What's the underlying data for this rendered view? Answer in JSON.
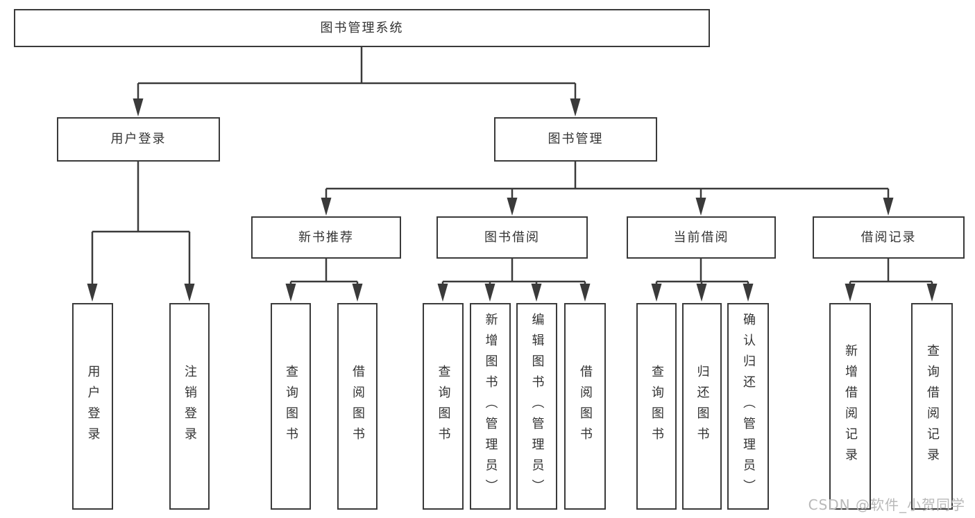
{
  "diagram": {
    "kind": "hierarchy-chart",
    "colors": {
      "line": "#3a3a3a",
      "box_border": "#3a3a3a",
      "text": "#333333",
      "watermark": "#b9b9b9",
      "background": "#ffffff"
    }
  },
  "tree": {
    "root": {
      "label": "图书管理系统"
    },
    "branches": [
      {
        "label": "用户登录",
        "children": [
          {
            "label": "用户登录"
          },
          {
            "label": "注销登录"
          }
        ]
      },
      {
        "label": "图书管理",
        "children": [
          {
            "label": "新书推荐",
            "children": [
              {
                "label": "查询图书"
              },
              {
                "label": "借阅图书"
              }
            ]
          },
          {
            "label": "图书借阅",
            "children": [
              {
                "label": "查询图书"
              },
              {
                "label": "新增图书（管理员）"
              },
              {
                "label": "编辑图书（管理员）"
              },
              {
                "label": "借阅图书"
              }
            ]
          },
          {
            "label": "当前借阅",
            "children": [
              {
                "label": "查询图书"
              },
              {
                "label": "归还图书"
              },
              {
                "label": "确认归还（管理员）"
              }
            ]
          },
          {
            "label": "借阅记录",
            "children": [
              {
                "label": "新增借阅记录"
              },
              {
                "label": "查询借阅记录"
              }
            ]
          }
        ]
      }
    ]
  },
  "watermark": {
    "text": "CSDN @软件_小贺同学"
  }
}
